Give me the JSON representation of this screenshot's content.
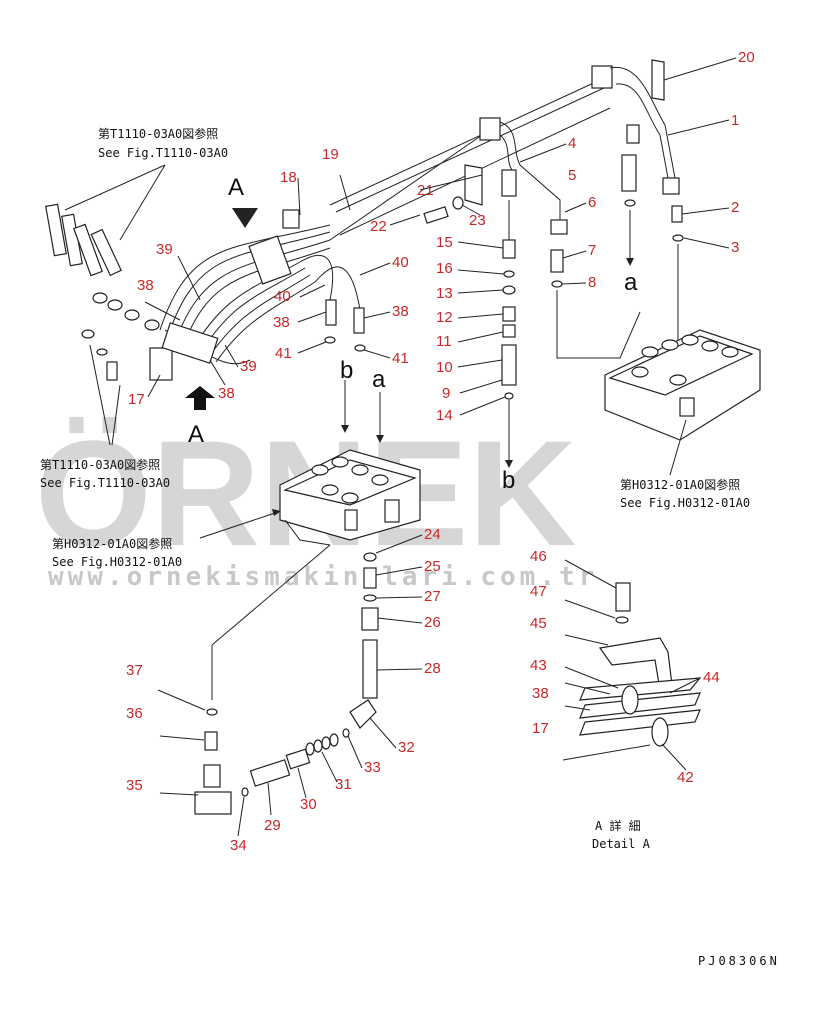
{
  "watermark": {
    "brand": "ÖRNEK",
    "url": "www.ornekismakinalari.com.tr"
  },
  "references": {
    "t1110_top_jp": "第T1110-03A0図参照",
    "t1110_top_en": "See Fig.T1110-03A0",
    "t1110_left_jp": "第T1110-03A0図参照",
    "t1110_left_en": "See Fig.T1110-03A0",
    "h0312_mid_jp": "第H0312-01A0図参照",
    "h0312_mid_en": "See Fig.H0312-01A0",
    "h0312_right_jp": "第H0312-01A0図参照",
    "h0312_right_en": "See Fig.H0312-01A0"
  },
  "view_labels": {
    "a_top": "A",
    "a_bottom": "A",
    "a_arrow": "a",
    "b_arrow": "b",
    "a_mid": "a",
    "b_mid": "b"
  },
  "detail": {
    "jp": "A 詳 細",
    "en": "Detail A"
  },
  "drawing_code": "PJ08306N",
  "callouts": [
    "1",
    "2",
    "3",
    "4",
    "5",
    "6",
    "7",
    "8",
    "9",
    "10",
    "11",
    "12",
    "13",
    "14",
    "15",
    "16",
    "17",
    "17",
    "18",
    "19",
    "20",
    "21",
    "22",
    "23",
    "24",
    "25",
    "26",
    "27",
    "28",
    "29",
    "30",
    "31",
    "32",
    "33",
    "34",
    "35",
    "36",
    "37",
    "38",
    "38",
    "38",
    "38",
    "38",
    "39",
    "39",
    "40",
    "40",
    "41",
    "41",
    "42",
    "43",
    "44",
    "45",
    "46",
    "47"
  ]
}
